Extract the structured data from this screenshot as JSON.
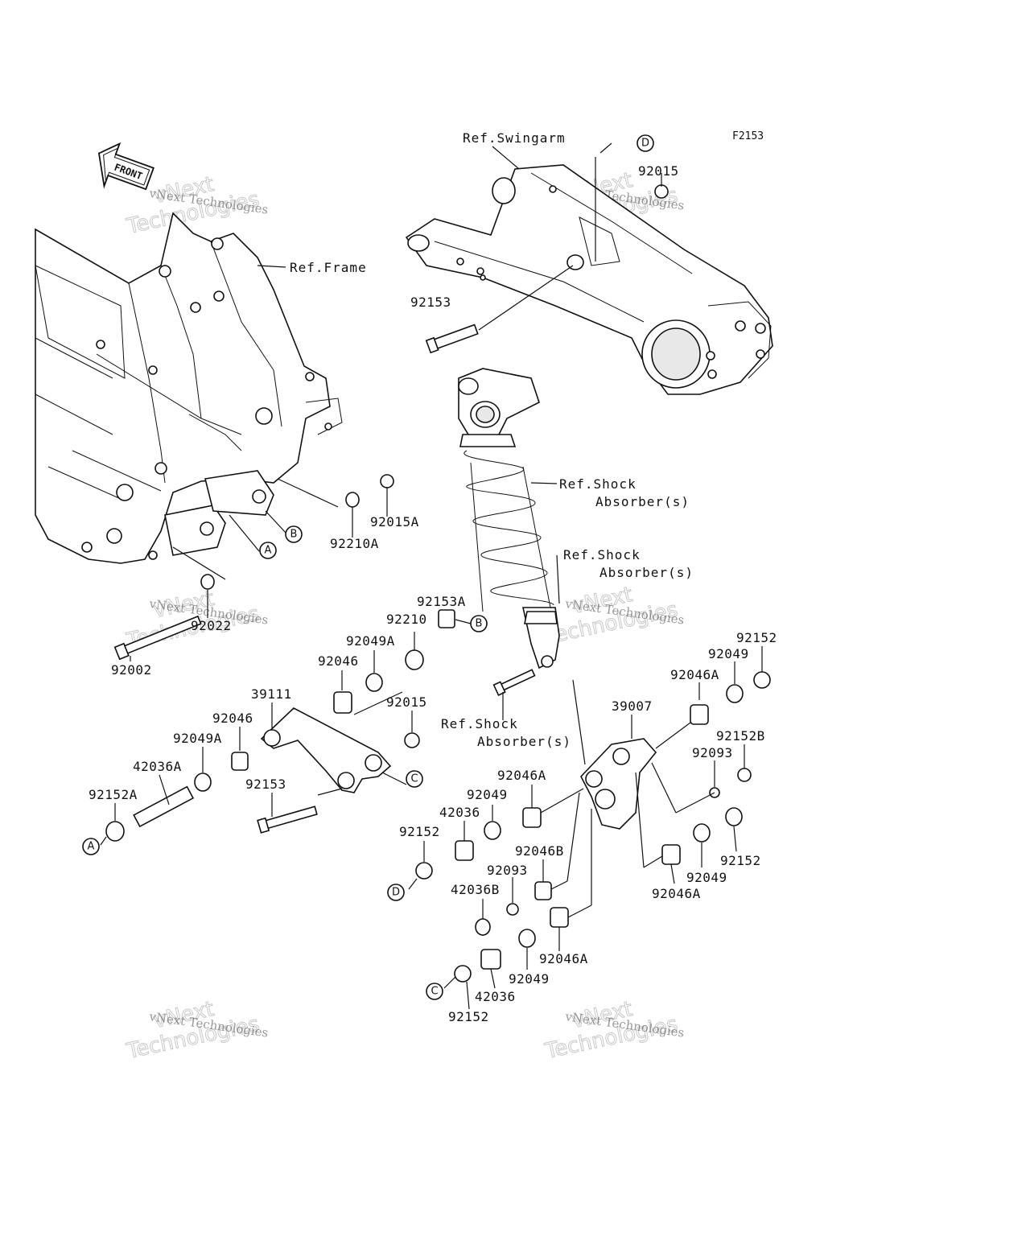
{
  "diagram_code": "F2153",
  "front_arrow": {
    "label": "FRONT"
  },
  "references": {
    "swingarm": "Ref.Swingarm",
    "frame": "Ref.Frame",
    "shock1_line1": "Ref.Shock",
    "shock1_line2": "Absorber(s)",
    "shock2_line1": "Ref.Shock",
    "shock2_line2": "Absorber(s)",
    "shock3_line1": "Ref.Shock",
    "shock3_line2": "Absorber(s)"
  },
  "circle_labels": {
    "D_top": "D",
    "B_frame": "B",
    "A_frame": "A",
    "B_bolt": "B",
    "C_link": "C",
    "A_left": "A",
    "D_low": "D",
    "C_low": "C"
  },
  "parts": [
    {
      "id": "p1",
      "label": "92015"
    },
    {
      "id": "p2",
      "label": "92153"
    },
    {
      "id": "p3",
      "label": "92015A"
    },
    {
      "id": "p4",
      "label": "92210A"
    },
    {
      "id": "p5",
      "label": "92022"
    },
    {
      "id": "p6",
      "label": "92002"
    },
    {
      "id": "p7",
      "label": "92153A"
    },
    {
      "id": "p8",
      "label": "92210"
    },
    {
      "id": "p9",
      "label": "92049A"
    },
    {
      "id": "p10",
      "label": "92046"
    },
    {
      "id": "p11",
      "label": "39111"
    },
    {
      "id": "p12",
      "label": "92046"
    },
    {
      "id": "p13",
      "label": "92049A"
    },
    {
      "id": "p14",
      "label": "42036A"
    },
    {
      "id": "p15",
      "label": "92152A"
    },
    {
      "id": "p16",
      "label": "92153"
    },
    {
      "id": "p17",
      "label": "92015"
    },
    {
      "id": "p18",
      "label": "92152"
    },
    {
      "id": "p19",
      "label": "92049"
    },
    {
      "id": "p20",
      "label": "92046A"
    },
    {
      "id": "p21",
      "label": "39007"
    },
    {
      "id": "p22",
      "label": "92152B"
    },
    {
      "id": "p23",
      "label": "92093"
    },
    {
      "id": "p24",
      "label": "92046A"
    },
    {
      "id": "p25",
      "label": "92049"
    },
    {
      "id": "p26",
      "label": "42036"
    },
    {
      "id": "p27",
      "label": "92152"
    },
    {
      "id": "p28",
      "label": "92046B"
    },
    {
      "id": "p29",
      "label": "92093"
    },
    {
      "id": "p30",
      "label": "42036B"
    },
    {
      "id": "p31",
      "label": "92046A"
    },
    {
      "id": "p32",
      "label": "92049"
    },
    {
      "id": "p33",
      "label": "42036"
    },
    {
      "id": "p34",
      "label": "92152"
    },
    {
      "id": "p35",
      "label": "92152"
    },
    {
      "id": "p36",
      "label": "92049"
    },
    {
      "id": "p37",
      "label": "92046A"
    }
  ],
  "watermark": {
    "line1": "vNext Technologies",
    "line2": "vNext",
    "line3": "Technologies"
  }
}
